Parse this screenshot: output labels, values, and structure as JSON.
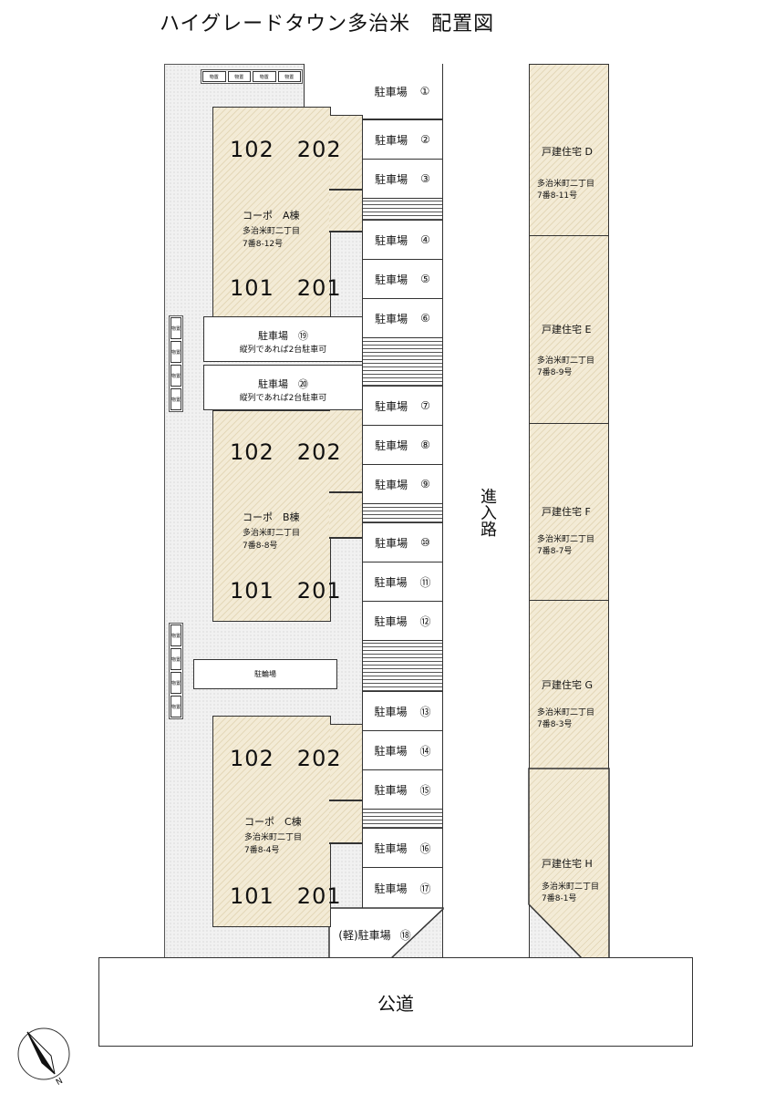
{
  "title": "ハイグレードタウン多治米　配置図",
  "storage_label": "物置",
  "public_road": "公道",
  "access_road": "進入路",
  "compass_letter": "N",
  "parking": [
    {
      "label": "駐車場",
      "num": "①"
    },
    {
      "label": "駐車場",
      "num": "②"
    },
    {
      "label": "駐車場",
      "num": "③"
    },
    {
      "label": "駐車場",
      "num": "④"
    },
    {
      "label": "駐車場",
      "num": "⑤"
    },
    {
      "label": "駐車場",
      "num": "⑥"
    },
    {
      "label": "駐車場",
      "num": "⑦"
    },
    {
      "label": "駐車場",
      "num": "⑧"
    },
    {
      "label": "駐車場",
      "num": "⑨"
    },
    {
      "label": "駐車場",
      "num": "⑩"
    },
    {
      "label": "駐車場",
      "num": "⑪"
    },
    {
      "label": "駐車場",
      "num": "⑫"
    },
    {
      "label": "駐車場",
      "num": "⑬"
    },
    {
      "label": "駐車場",
      "num": "⑭"
    },
    {
      "label": "駐車場",
      "num": "⑮"
    },
    {
      "label": "駐車場",
      "num": "⑯"
    },
    {
      "label": "駐車場",
      "num": "⑰"
    },
    {
      "label": "(軽)駐車場",
      "num": "⑱"
    }
  ],
  "tandem_parking": [
    {
      "label": "駐車場",
      "num": "⑲",
      "note": "縦列であれば2台駐車可"
    },
    {
      "label": "駐車場",
      "num": "⑳",
      "note": "縦列であれば2台駐車可"
    }
  ],
  "bicycle_parking": "駐輪場",
  "apartments": [
    {
      "name": "コーポ　A棟",
      "address": "多治米町二丁目",
      "lot": "7番8-12号",
      "upper_units": "102　202",
      "lower_units": "101　201"
    },
    {
      "name": "コーポ　B棟",
      "address": "多治米町二丁目",
      "lot": "7番8-8号",
      "upper_units": "102　202",
      "lower_units": "101　201"
    },
    {
      "name": "コーポ　C棟",
      "address": "多治米町二丁目",
      "lot": "7番8-4号",
      "upper_units": "102　202",
      "lower_units": "101　201"
    }
  ],
  "houses": [
    {
      "name": "戸建住宅 D",
      "address": "多治米町二丁目",
      "lot": "7番8-11号"
    },
    {
      "name": "戸建住宅 E",
      "address": "多治米町二丁目",
      "lot": "7番8-9号"
    },
    {
      "name": "戸建住宅 F",
      "address": "多治米町二丁目",
      "lot": "7番8-7号"
    },
    {
      "name": "戸建住宅 G",
      "address": "多治米町二丁目",
      "lot": "7番8-3号"
    },
    {
      "name": "戸建住宅 H",
      "address": "多治米町二丁目",
      "lot": "7番8-1号"
    }
  ]
}
